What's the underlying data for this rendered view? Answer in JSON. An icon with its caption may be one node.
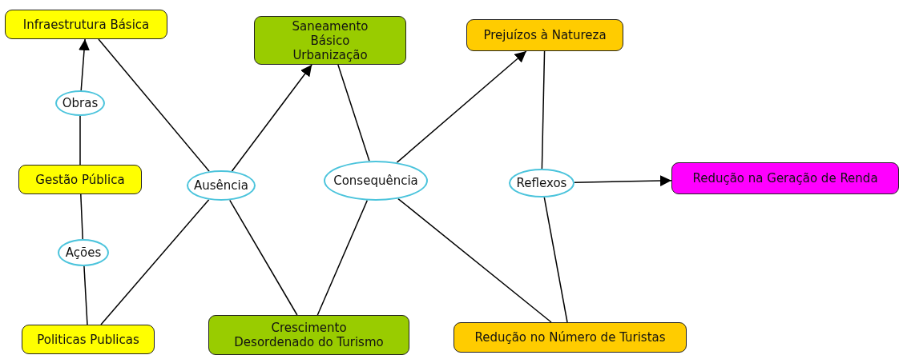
{
  "diagram": {
    "nodes": [
      {
        "text": [
          "Infraestrutura Básica"
        ]
      },
      {
        "text": [
          "Obras"
        ]
      },
      {
        "text": [
          "Gestão Pública"
        ]
      },
      {
        "text": [
          "Ações"
        ]
      },
      {
        "text": [
          "Politicas Publicas"
        ]
      },
      {
        "text": [
          "Ausência"
        ]
      },
      {
        "text": [
          "Saneamento Básico Urbanização"
        ]
      },
      {
        "text": [
          "Crescimento Desordenado do Turismo"
        ]
      },
      {
        "text": [
          "Consequência"
        ]
      },
      {
        "text": [
          "Prejuízos à Natureza"
        ]
      },
      {
        "text": [
          "Reflexos"
        ]
      },
      {
        "text": [
          "Redução na Geração de Renda"
        ]
      },
      {
        "text": [
          "Redução no Número de Turistas"
        ]
      }
    ],
    "edges": [
      {
        "from": 2,
        "to": 1,
        "arrow": "none"
      },
      {
        "from": 1,
        "to": 0,
        "arrow": "to"
      },
      {
        "from": 4,
        "to": 3,
        "arrow": "none"
      },
      {
        "from": 3,
        "to": 2,
        "arrow": "none"
      },
      {
        "from": 0,
        "to": 5,
        "arrow": "none"
      },
      {
        "from": 4,
        "to": 5,
        "arrow": "none"
      },
      {
        "from": 7,
        "to": 5,
        "arrow": "none"
      },
      {
        "from": 5,
        "to": 6,
        "arrow": "to"
      },
      {
        "from": 6,
        "to": 8,
        "arrow": "none"
      },
      {
        "from": 7,
        "to": 8,
        "arrow": "none"
      },
      {
        "from": 8,
        "to": 9,
        "arrow": "to"
      },
      {
        "from": 8,
        "to": 12,
        "arrow": "none"
      },
      {
        "from": 9,
        "to": 10,
        "arrow": "none"
      },
      {
        "from": 12,
        "to": 10,
        "arrow": "none"
      },
      {
        "from": 10,
        "to": 11,
        "arrow": "to"
      }
    ]
  }
}
